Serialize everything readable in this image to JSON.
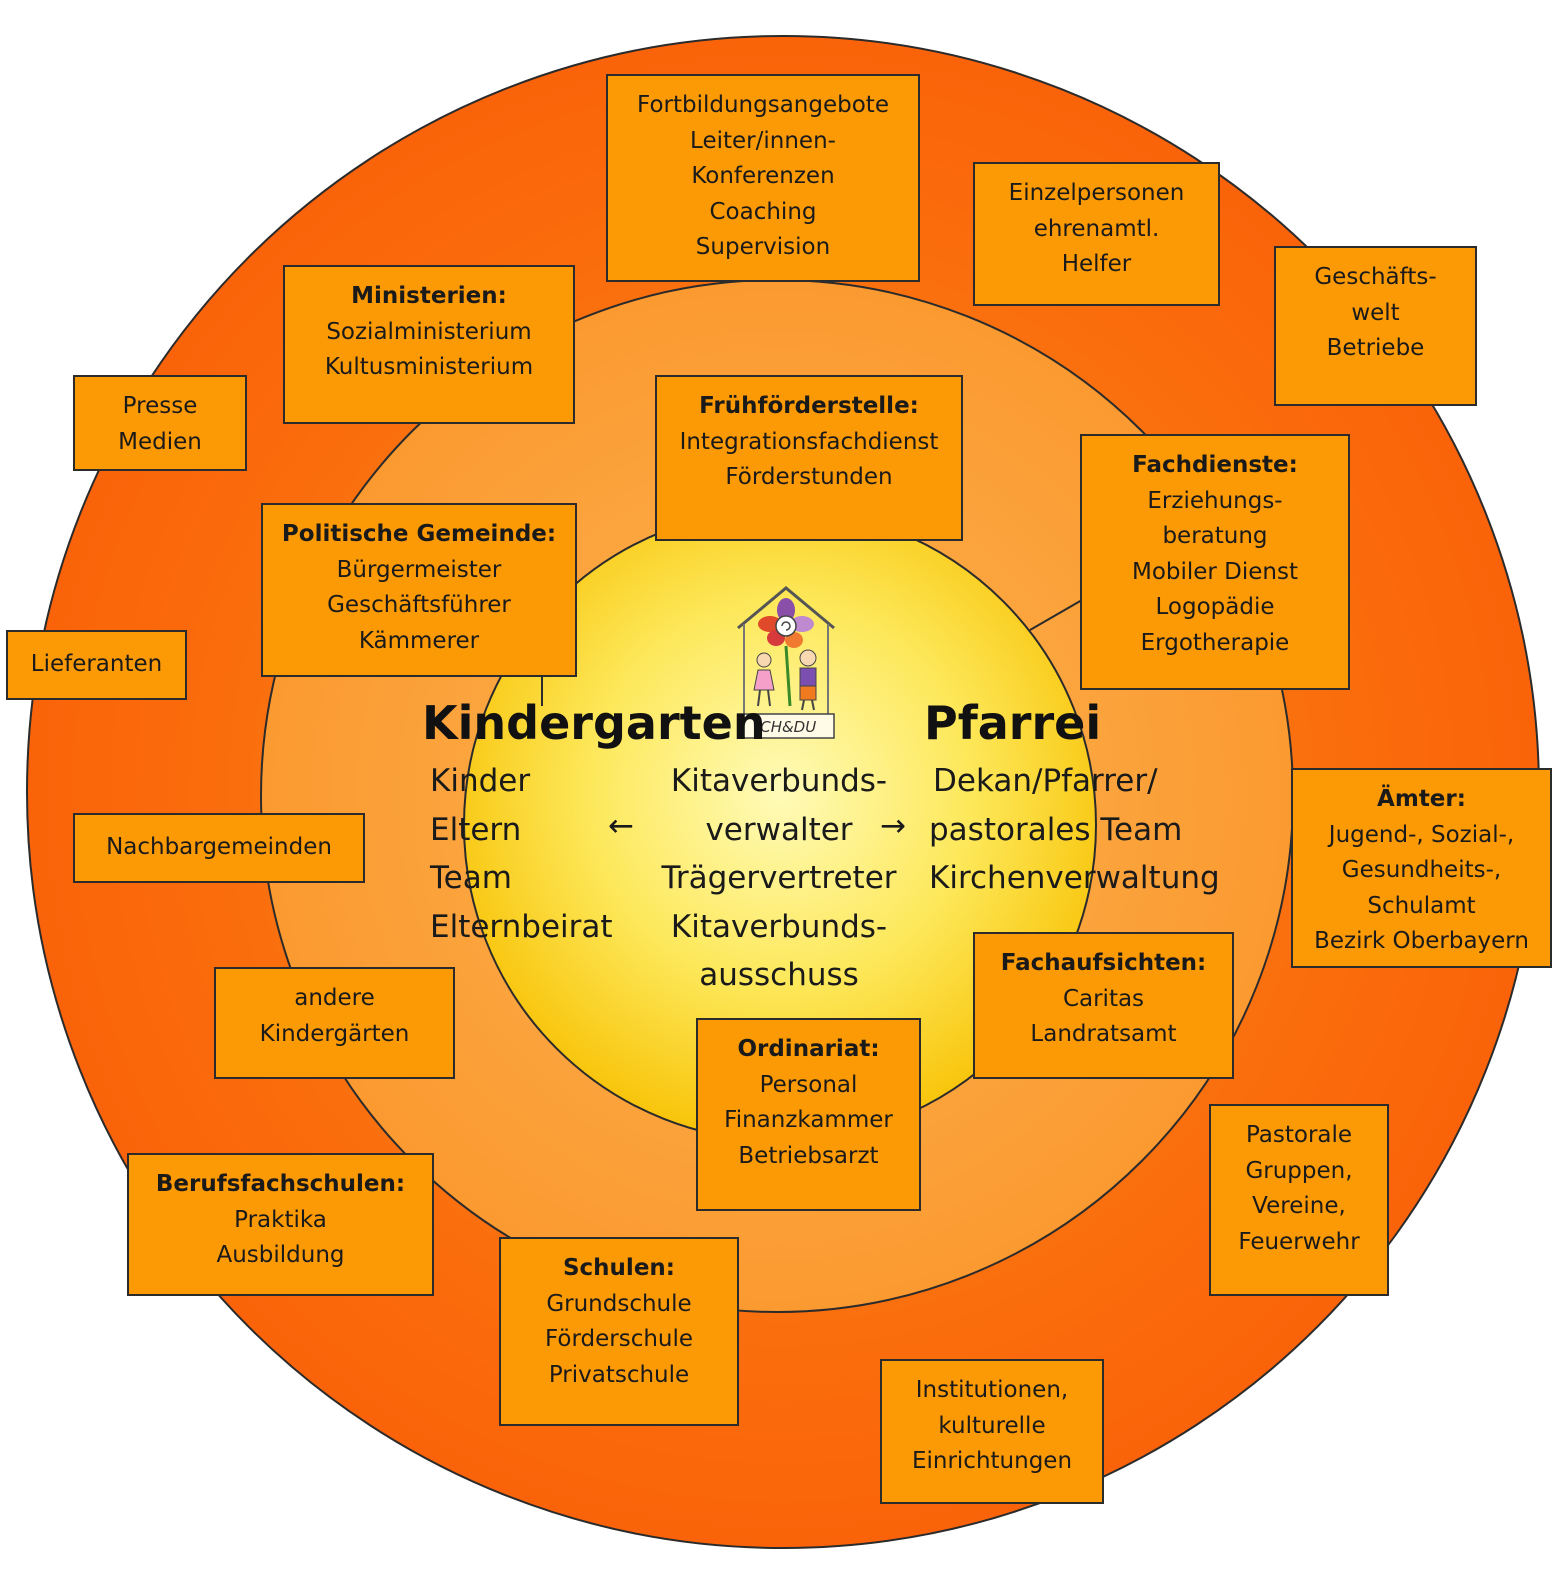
{
  "colors": {
    "outer_ring": "#fa6b0d",
    "middle_ring": "#fba03a",
    "inner_center": "#fff27a",
    "inner_edge": "#f8c70c",
    "box_fill": "#fc9a05",
    "border": "#2b2b2b"
  },
  "center": {
    "left_title": "Kindergarten",
    "right_title": "Pfarrei",
    "left_items": [
      "Kinder",
      "Eltern",
      "Team",
      "Elternbeirat"
    ],
    "middle_items": [
      "Kitaverbunds-",
      "verwalter",
      "Trägervertreter",
      "Kitaverbunds-",
      "ausschuss"
    ],
    "right_items": [
      "Dekan/Pfarrer/",
      "pastorales Team",
      "Kirchenverwaltung"
    ],
    "arrow_left": "←",
    "arrow_right": "→",
    "logo_text": "ICH&DU"
  },
  "boxes": {
    "fortbildung": {
      "lines": [
        "Fortbildungsangebote",
        "Leiter/innen-",
        "Konferenzen",
        "Coaching",
        "Supervision"
      ]
    },
    "einzelpersonen": {
      "lines": [
        "Einzelpersonen",
        "ehrenamtl.",
        "Helfer"
      ]
    },
    "geschaeftswelt": {
      "lines": [
        "Geschäfts-",
        "welt",
        "Betriebe"
      ]
    },
    "ministerien": {
      "head": "Ministerien:",
      "lines": [
        "Sozialministerium",
        "Kultusministerium"
      ]
    },
    "presse": {
      "lines": [
        "Presse",
        "Medien"
      ]
    },
    "fruehfoerder": {
      "head": "Frühförderstelle:",
      "lines": [
        "Integrationsfachdienst",
        "Förderstunden"
      ]
    },
    "fachdienste": {
      "head": "Fachdienste:",
      "lines": [
        "Erziehungs-",
        "beratung",
        "Mobiler Dienst",
        "Logopädie",
        "Ergotherapie"
      ]
    },
    "politische": {
      "head": "Politische Gemeinde:",
      "lines": [
        "Bürgermeister",
        "Geschäftsführer",
        "Kämmerer"
      ]
    },
    "lieferanten": {
      "lines": [
        "Lieferanten"
      ]
    },
    "aemter": {
      "head": "Ämter:",
      "lines": [
        "Jugend-, Sozial-,",
        "Gesundheits-,",
        "Schulamt",
        "Bezirk Oberbayern"
      ]
    },
    "nachbar": {
      "lines": [
        "Nachbargemeinden"
      ]
    },
    "fachaufsichten": {
      "head": "Fachaufsichten:",
      "lines": [
        "Caritas",
        "Landratsamt"
      ]
    },
    "andere": {
      "lines": [
        "andere",
        "Kindergärten"
      ]
    },
    "ordinariat": {
      "head": "Ordinariat:",
      "lines": [
        "Personal",
        "Finanzkammer",
        "Betriebsarzt"
      ]
    },
    "pastorale": {
      "lines": [
        "Pastorale",
        "Gruppen,",
        "Vereine,",
        "Feuerwehr"
      ]
    },
    "berufsfach": {
      "head": "Berufsfachschulen:",
      "lines": [
        "Praktika",
        "Ausbildung"
      ]
    },
    "schulen": {
      "head": "Schulen:",
      "lines": [
        "Grundschule",
        "Förderschule",
        "Privatschule"
      ]
    },
    "institutionen": {
      "lines": [
        "Institutionen,",
        "kulturelle",
        "Einrichtungen"
      ]
    }
  }
}
